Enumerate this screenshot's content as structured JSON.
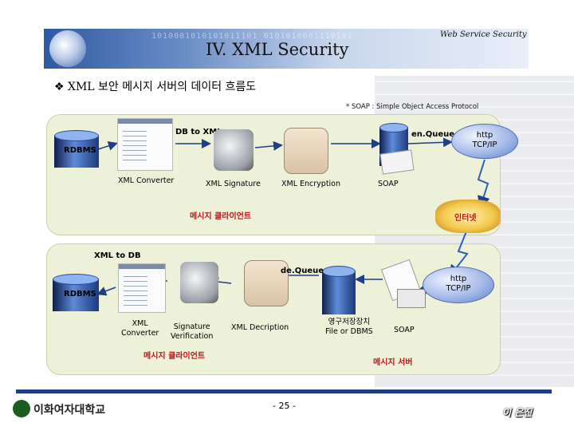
{
  "header": {
    "bits": "1010001010101011101 0101010001110101",
    "title": "IV. XML Security",
    "sub": "Web Service Security"
  },
  "subtitle": "❖ XML 보안 메시지 서버의 데이터 흐름도",
  "note": "* SOAP : Simple Object Access Protocol",
  "top_flow": {
    "rdbms": "RDBMS",
    "db_to_xml": "DB to XML",
    "xml_converter": "XML Converter",
    "xml_signature": "XML Signature",
    "xml_encryption": "XML Encryption",
    "soap": "SOAP",
    "enqueue": "en.Queue",
    "http": "http\nTCP/IP",
    "client": "메시지 클라이언트"
  },
  "internet": "인터넷",
  "bottom_flow": {
    "xml_to_db": "XML to DB",
    "dequeue": "de.Queue",
    "http": "http\nTCP/IP",
    "rdbms": "RDBMS",
    "xml_converter": "XML\nConverter",
    "sig_verification": "Signature\nVerification",
    "xml_decryption": "XML Decription",
    "storage": "영구저장장치\nFile or DBMS",
    "soap": "SOAP",
    "client": "메시지 클라이언트",
    "server": "메시지 서버"
  },
  "footer": {
    "logo_text": "이화여자대학교",
    "page": "- 25 -",
    "author": "이 은진"
  }
}
